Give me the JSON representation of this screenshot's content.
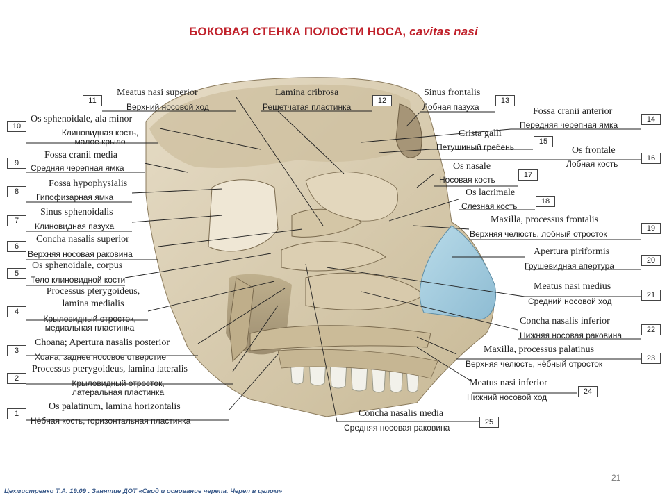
{
  "title": {
    "main": "БОКОВАЯ  СТЕНКА  ПОЛОСТИ  НОСА, ",
    "latin": "cavitas nasi"
  },
  "labels": [
    {
      "n": "11",
      "lat": "Meatus nasi superior",
      "ru": "Верхний носовой ход"
    },
    {
      "n": "12",
      "lat": "Lamina cribrosa",
      "ru": "Решетчатая пластинка"
    },
    {
      "n": "13",
      "lat": "Sinus frontalis",
      "ru": "Лобная пазуха"
    },
    {
      "n": "10",
      "lat": "Os sphenoidale, ala minor",
      "ru": "Клиновидная кость,",
      "ru2": "малое крыло"
    },
    {
      "n": "14",
      "lat": "Fossa cranii anterior",
      "ru": "Передняя черепная ямка"
    },
    {
      "n": "15",
      "lat": "Crista galli",
      "ru": "Петушиный гребень"
    },
    {
      "n": "9",
      "lat": "Fossa cranii media",
      "ru": "Средняя черепная ямка"
    },
    {
      "n": "16",
      "lat": "Os frontale",
      "ru": "Лобная кость"
    },
    {
      "n": "17",
      "lat": "Os nasale",
      "ru": "Носовая кость"
    },
    {
      "n": "8",
      "lat": "Fossa hypophysialis",
      "ru": "Гипофизарная ямка"
    },
    {
      "n": "18",
      "lat": "Os lacrimale",
      "ru": "Слезная кость"
    },
    {
      "n": "7",
      "lat": "Sinus sphenoidalis",
      "ru": "Клиновидная пазуха"
    },
    {
      "n": "19",
      "lat": "Maxilla, processus frontalis",
      "ru": "Верхняя челюсть, лобный отросток"
    },
    {
      "n": "6",
      "lat": "Concha nasalis superior",
      "ru": "Верхняя носовая раковина"
    },
    {
      "n": "20",
      "lat": "Apertura piriformis",
      "ru": "Грушевидная апертура"
    },
    {
      "n": "5",
      "lat": "Os sphenoidale, corpus",
      "ru": "Тело клиновидной кости"
    },
    {
      "n": "21",
      "lat": "Meatus nasi medius",
      "ru": "Средний носовой ход"
    },
    {
      "n": "4",
      "lat": "Processus pterygoideus,",
      "lat2": "lamina medialis",
      "ru": "Крыловидный отросток,",
      "ru2": "медиальная пластинка"
    },
    {
      "n": "22",
      "lat": "Concha nasalis inferior",
      "ru": "Нижняя носовая раковина"
    },
    {
      "n": "3",
      "lat": "Choana; Apertura nasalis posterior",
      "ru": "Хоана; заднее носовое отверстие"
    },
    {
      "n": "23",
      "lat": "Maxilla, processus palatinus",
      "ru": "Верхняя челюсть, нёбный отросток"
    },
    {
      "n": "2",
      "lat": "Processus pterygoideus, lamina lateralis",
      "ru": "Крыловидный отросток,",
      "ru2": "латеральная пластинка"
    },
    {
      "n": "24",
      "lat": "Meatus nasi inferior",
      "ru": "Нижний носовой ход"
    },
    {
      "n": "1",
      "lat": "Os palatinum, lamina horizontalis",
      "ru": "Нёбная кость, горизонтальная пластинка"
    },
    {
      "n": "25",
      "lat": "Concha nasalis media",
      "ru": "Средняя носовая раковина"
    }
  ],
  "page_number": "21",
  "footer": "Цехмистренко Т.А. 19.09 . Занятие ДОТ «Свод  и основание черепа. Череп в целом»",
  "colors": {
    "title": "#c0202a",
    "bone": "#d9cdb4",
    "bone_dark": "#a8987a",
    "cartilage": "#a9cfe0",
    "footer": "#3a5a8a"
  }
}
